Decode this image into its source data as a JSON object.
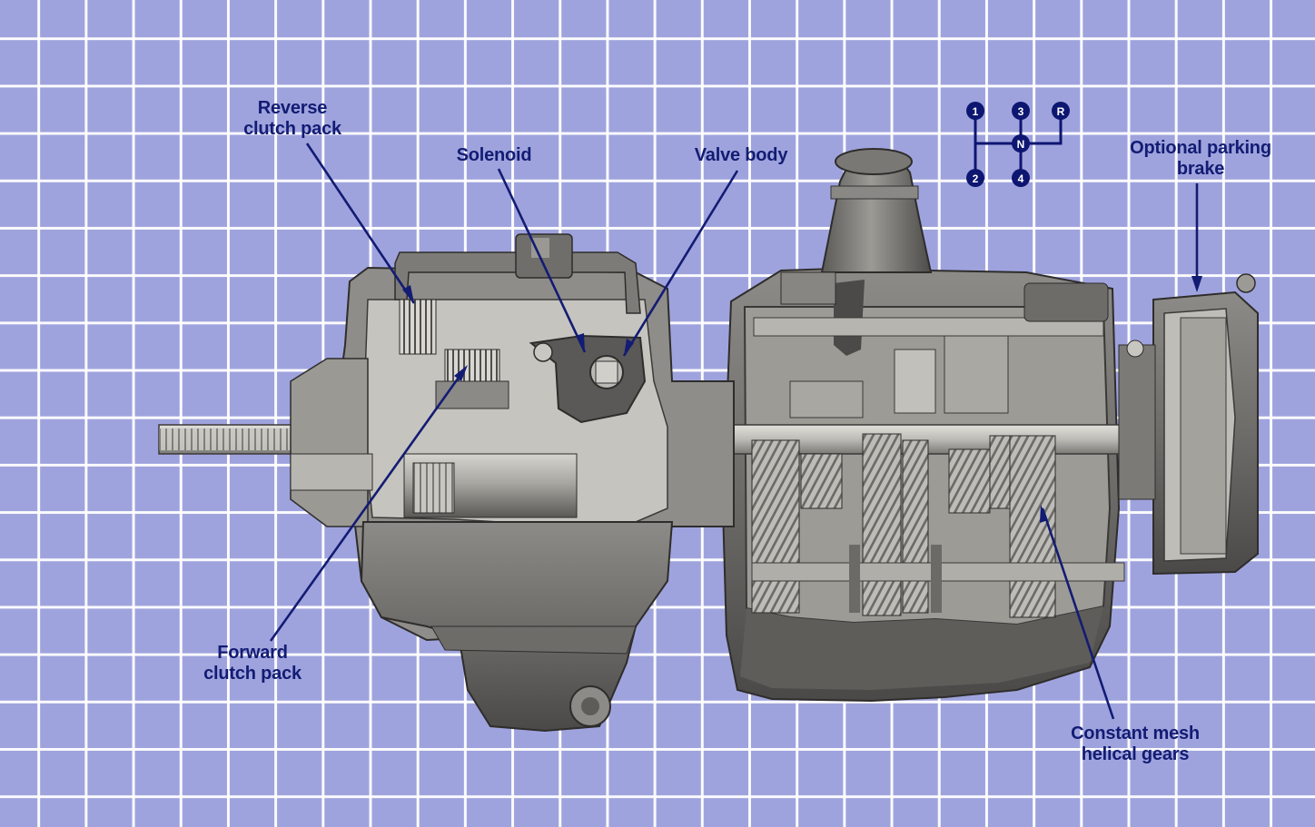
{
  "labels": {
    "reverse_clutch": [
      "Reverse",
      "clutch pack"
    ],
    "solenoid": [
      "Solenoid"
    ],
    "valve_body": [
      "Valve body"
    ],
    "parking_brake": [
      "Optional parking",
      "brake"
    ],
    "forward_clutch": [
      "Forward",
      "clutch pack"
    ],
    "helical_gears": [
      "Constant mesh",
      "helical gears"
    ]
  },
  "shift_pattern": {
    "gear_1": "1",
    "gear_2": "2",
    "gear_3": "3",
    "gear_4": "4",
    "gear_r": "R",
    "neutral": "N"
  },
  "colors": {
    "background": "#9fa3dd",
    "grid": "#ffffff",
    "label_text": "#131c73",
    "metal_light": "#b9b7b2",
    "metal_dark": "#3d3c3a"
  }
}
